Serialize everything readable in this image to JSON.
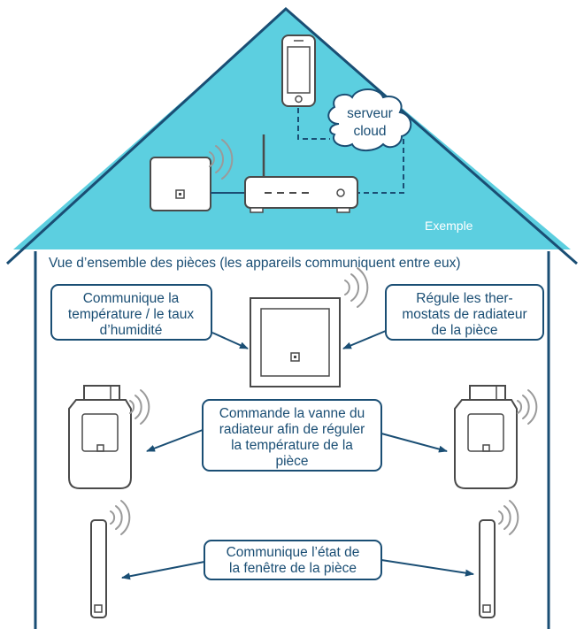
{
  "roof": {
    "cloud_line1": "serveur",
    "cloud_line2": "cloud",
    "example_label": "Exemple"
  },
  "overview": {
    "title": "Vue d’ensemble des pièces (les appareils communiquent entre eux)"
  },
  "callouts": {
    "sensor": [
      "Communique la",
      "température / le taux",
      "d’humidité"
    ],
    "regulator": [
      "Régule les ther-",
      "mostats de radiateur",
      "de la pièce"
    ],
    "valve": [
      "Commande la vanne du",
      "radiateur afin de réguler",
      "la température de la",
      "pièce"
    ],
    "window": [
      "Communique l’état de",
      "la fenêtre de la pièce"
    ]
  },
  "colors": {
    "roof_fill": "#5ccfe0",
    "outline": "#1a4e74",
    "device_stroke": "#4a4a4a",
    "device_fill": "#ffffff",
    "wifi": "#9a9a9a"
  },
  "icons": [
    "smartphone-icon",
    "cloud-icon",
    "access-point-icon",
    "router-icon",
    "wall-thermostat-icon",
    "radiator-thermostat-icon",
    "window-contact-icon",
    "wireless-signal-icon"
  ]
}
